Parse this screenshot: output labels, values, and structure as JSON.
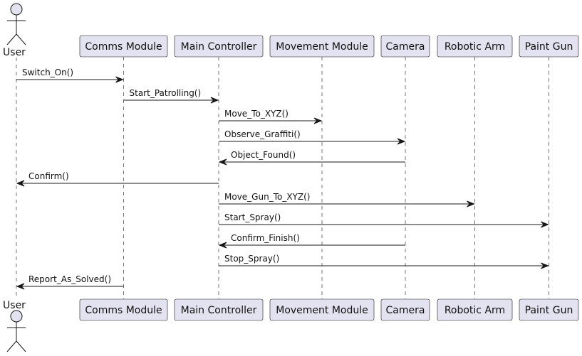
{
  "actor": {
    "name": "User"
  },
  "participants": [
    {
      "id": "comms",
      "name": "Comms Module"
    },
    {
      "id": "main",
      "name": "Main Controller"
    },
    {
      "id": "move",
      "name": "Movement Module"
    },
    {
      "id": "cam",
      "name": "Camera"
    },
    {
      "id": "arm",
      "name": "Robotic Arm"
    },
    {
      "id": "gun",
      "name": "Paint Gun"
    }
  ],
  "messages": [
    {
      "from": "user",
      "to": "comms",
      "label": "Switch_On()"
    },
    {
      "from": "comms",
      "to": "main",
      "label": "Start_Patrolling()"
    },
    {
      "from": "main",
      "to": "move",
      "label": "Move_To_XYZ()"
    },
    {
      "from": "main",
      "to": "cam",
      "label": "Observe_Graffiti()"
    },
    {
      "from": "cam",
      "to": "main",
      "label": "Object_Found()"
    },
    {
      "from": "main",
      "to": "user",
      "label": "Confirm()"
    },
    {
      "from": "main",
      "to": "arm",
      "label": "Move_Gun_To_XYZ()"
    },
    {
      "from": "main",
      "to": "gun",
      "label": "Start_Spray()"
    },
    {
      "from": "cam",
      "to": "main",
      "label": "Confirm_Finish()"
    },
    {
      "from": "main",
      "to": "gun",
      "label": "Stop_Spray()"
    },
    {
      "from": "comms",
      "to": "user",
      "label": "Report_As_Solved()"
    }
  ],
  "colors": {
    "participant_fill": "#e2e2f0",
    "participant_border": "#181818",
    "lifeline": "#181818",
    "arrow": "#181818",
    "text": "#111111"
  }
}
